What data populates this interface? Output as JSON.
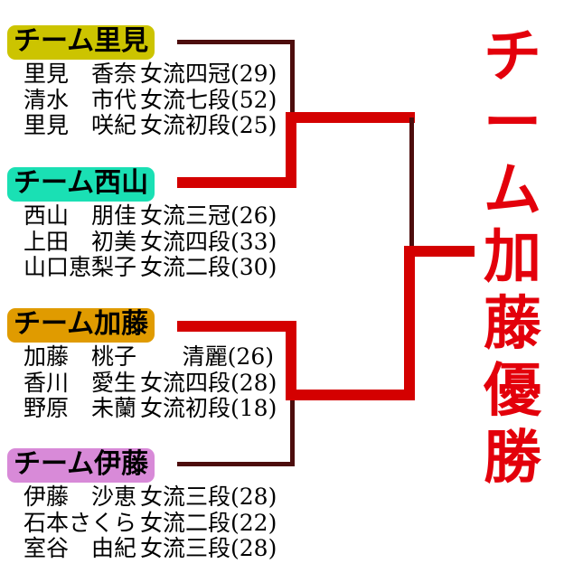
{
  "teams": [
    {
      "label": "チーム里見",
      "label_bg": "#ccc400",
      "result": "lose",
      "members": [
        {
          "name": "里見　香奈",
          "title": "女流四冠(29)"
        },
        {
          "name": "清水　市代",
          "title": "女流七段(52)"
        },
        {
          "name": "里見　咲紀",
          "title": "女流初段(25)"
        }
      ]
    },
    {
      "label": "チーム西山",
      "label_bg": "#1ae0b4",
      "result": "win",
      "members": [
        {
          "name": "西山　朋佳",
          "title": "女流三冠(26)"
        },
        {
          "name": "上田　初美",
          "title": "女流四段(33)"
        },
        {
          "name": "山口恵梨子",
          "title": "女流二段(30)"
        }
      ]
    },
    {
      "label": "チーム加藤",
      "label_bg": "#e09b00",
      "result": "win",
      "members": [
        {
          "name": "加藤　桃子",
          "title": "清麗(26)"
        },
        {
          "name": "香川　愛生",
          "title": "女流四段(28)"
        },
        {
          "name": "野原　未蘭",
          "title": "女流初段(18)"
        }
      ]
    },
    {
      "label": "チーム伊藤",
      "label_bg": "#d88ad8",
      "result": "lose",
      "members": [
        {
          "name": "伊藤　沙恵",
          "title": "女流三段(28)"
        },
        {
          "name": "石本さくら",
          "title": "女流二段(22)"
        },
        {
          "name": "室谷　由紀",
          "title": "女流三段(28)"
        }
      ]
    }
  ],
  "champion": {
    "characters": [
      "チ",
      "ー",
      "ム",
      "加",
      "藤",
      "優",
      "勝"
    ],
    "color": "#e3000b"
  },
  "bracket": {
    "win_color": "#d40000",
    "lose_color": "#4d0d0d"
  }
}
